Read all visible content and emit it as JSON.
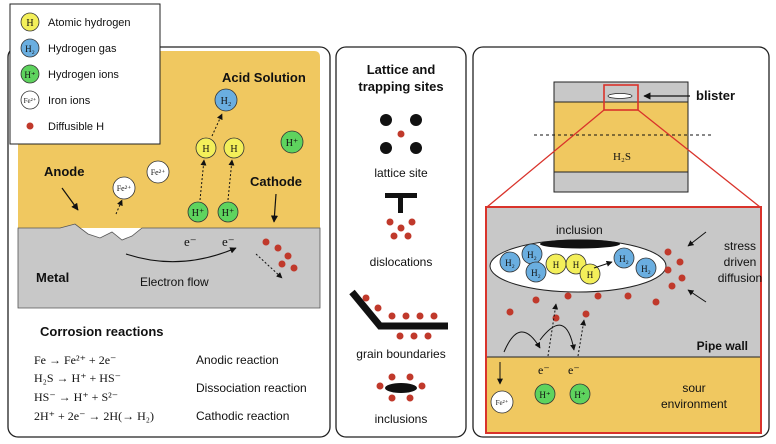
{
  "legend": {
    "items": [
      {
        "symbol": "H",
        "label": "Atomic hydrogen",
        "color": "#f3ef5a"
      },
      {
        "symbol": "H₂",
        "label": "Hydrogen gas",
        "color": "#6aaee0"
      },
      {
        "symbol": "H⁺",
        "label": "Hydrogen ions",
        "color": "#5ed35e"
      },
      {
        "symbol": "Fe²⁺",
        "label": "Iron ions",
        "color": "#ffffff"
      },
      {
        "symbol": "",
        "label": "Diffusible H",
        "color": "#c0392b"
      }
    ]
  },
  "panel_left": {
    "acid_label": "Acid Solution",
    "anode_label": "Anode",
    "cathode_label": "Cathode",
    "metal_label": "Metal",
    "electron_flow_label": "Electron flow",
    "electron_symbol": "e⁻",
    "h2_symbol": "H₂",
    "h_symbol": "H",
    "hplus_symbol": "H⁺",
    "fe_symbol": "Fe²⁺",
    "colors": {
      "solution": "#f0c860",
      "metal": "#c8c8c8"
    }
  },
  "corrosion": {
    "title": "Corrosion reactions",
    "reactions": [
      {
        "equation": "Fe → Fe²⁺ + 2e⁻",
        "name": "Anodic reaction"
      },
      {
        "equation": "H₂S → H⁺ + HS⁻",
        "name": "Dissociation reaction"
      },
      {
        "equation": "HS⁻ → H⁺ + S²⁻",
        "name": "Dissociation reaction"
      },
      {
        "equation": "2H⁺ + 2e⁻ → 2H(→ H₂)",
        "name": "Cathodic reaction"
      }
    ]
  },
  "panel_middle": {
    "title_line1": "Lattice and",
    "title_line2": "trapping sites",
    "sites": [
      "lattice site",
      "dislocations",
      "grain boundaries",
      "inclusions"
    ]
  },
  "panel_right": {
    "blister_label": "blister",
    "h2s_label": "H₂S",
    "inclusion_label": "inclusion",
    "stress_label": [
      "stress",
      "driven",
      "diffusion"
    ],
    "pipe_wall_label": "Pipe wall",
    "sour_label": [
      "sour",
      "environment"
    ],
    "electron_symbol": "e⁻",
    "hplus_symbol": "H⁺",
    "fe_symbol": "Fe²⁺",
    "h_symbol": "H",
    "h2_symbol": "H₂",
    "colors": {
      "frame": "#d9332b"
    }
  }
}
